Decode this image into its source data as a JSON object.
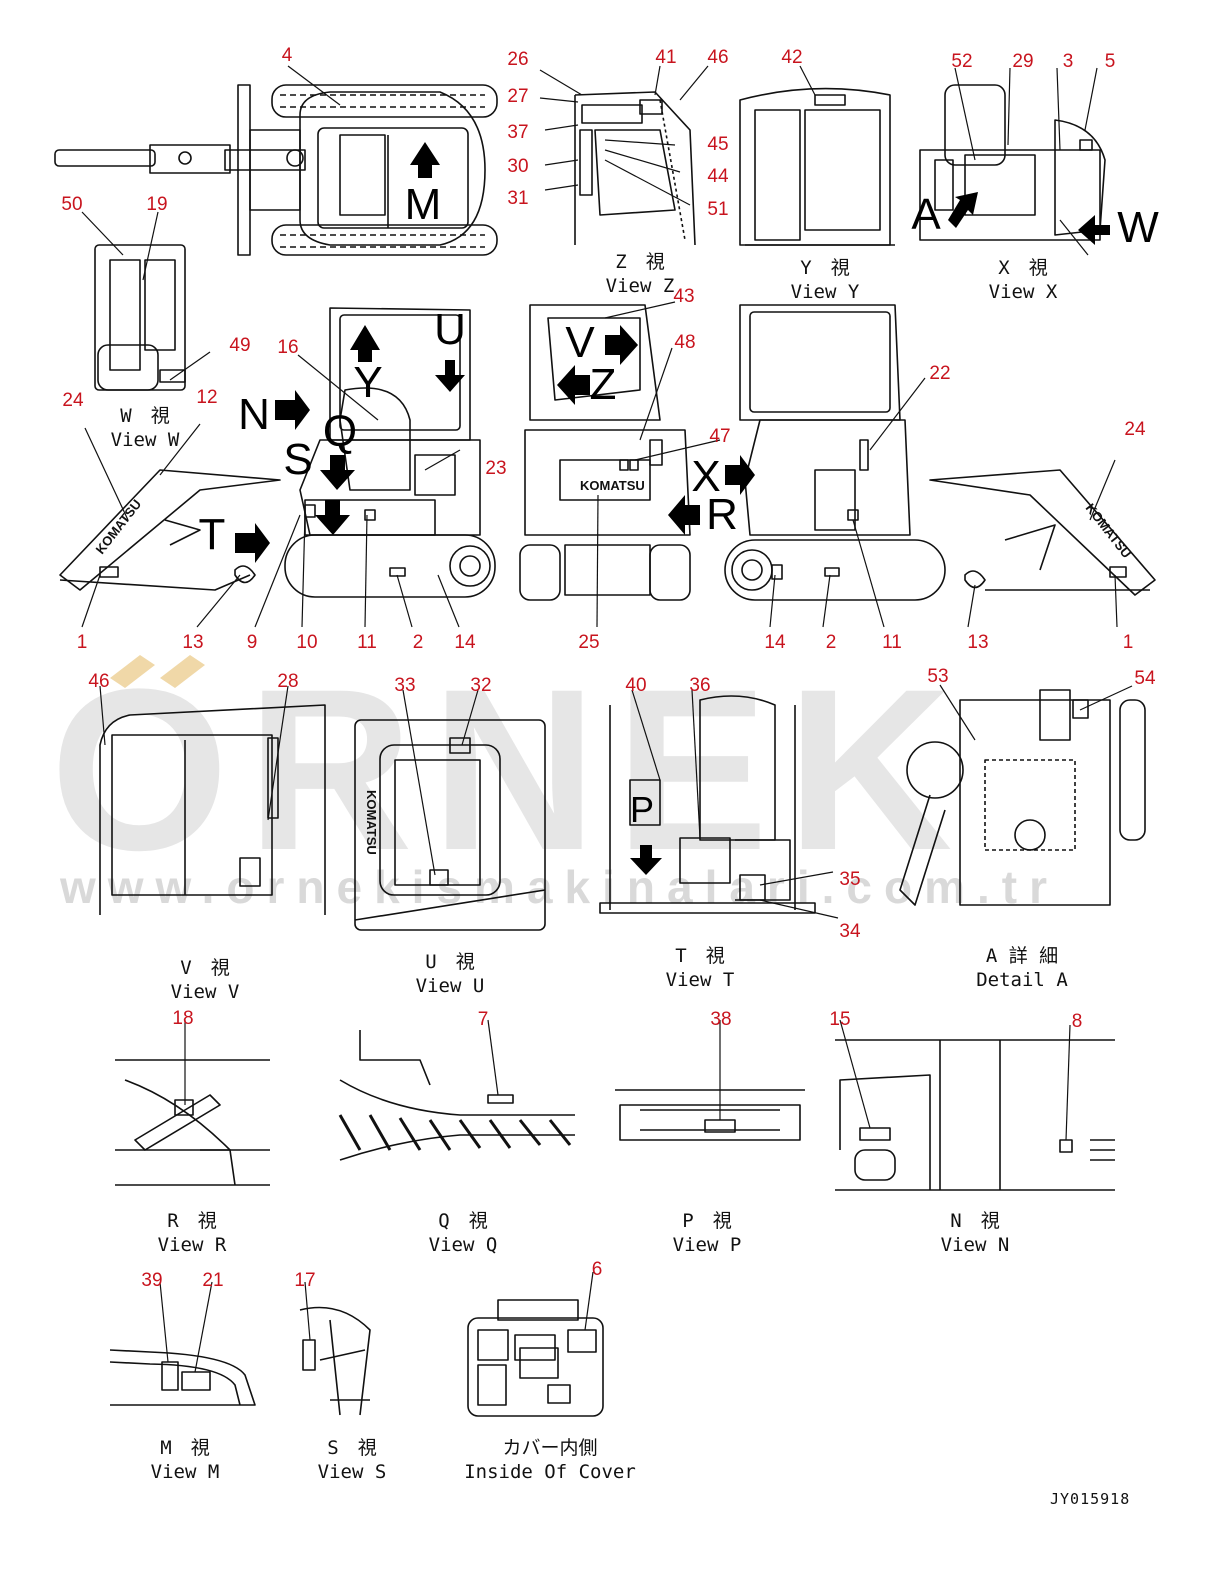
{
  "drawing_code": "JY015918",
  "watermark": {
    "brand": "ORNEK",
    "url": "www.ornekismakinalari.com.tr"
  },
  "views": [
    {
      "jp": "Z　視",
      "en": "View Z"
    },
    {
      "jp": "Y　視",
      "en": "View Y"
    },
    {
      "jp": "X　視",
      "en": "View X"
    },
    {
      "jp": "W　視",
      "en": "View W"
    },
    {
      "jp": "V　視",
      "en": "View V"
    },
    {
      "jp": "U　視",
      "en": "View U"
    },
    {
      "jp": "T　視",
      "en": "View T"
    },
    {
      "jp": "A 詳 細",
      "en": "Detail A"
    },
    {
      "jp": "R　視",
      "en": "View R"
    },
    {
      "jp": "Q　視",
      "en": "View Q"
    },
    {
      "jp": "P　視",
      "en": "View P"
    },
    {
      "jp": "N　視",
      "en": "View N"
    },
    {
      "jp": "M　視",
      "en": "View M"
    },
    {
      "jp": "S　視",
      "en": "View S"
    },
    {
      "jp": "カバー内側",
      "en": "Inside Of Cover"
    }
  ],
  "view_letters": [
    "M",
    "U",
    "Y",
    "N",
    "Q",
    "S",
    "T",
    "V",
    "Z",
    "X",
    "R",
    "A",
    "W",
    "P"
  ],
  "brand_marks": [
    "KOMATSU"
  ],
  "part_numbers": [
    "4",
    "26",
    "41",
    "46",
    "42",
    "52",
    "29",
    "3",
    "5",
    "27",
    "37",
    "45",
    "30",
    "44",
    "31",
    "51",
    "50",
    "19",
    "43",
    "48",
    "49",
    "16",
    "12",
    "24",
    "22",
    "24",
    "47",
    "23",
    "1",
    "13",
    "9",
    "10",
    "11",
    "2",
    "14",
    "25",
    "14",
    "2",
    "11",
    "13",
    "1",
    "46",
    "28",
    "33",
    "32",
    "40",
    "36",
    "53",
    "54",
    "35",
    "34",
    "18",
    "7",
    "38",
    "15",
    "8",
    "39",
    "21",
    "17",
    "6"
  ]
}
